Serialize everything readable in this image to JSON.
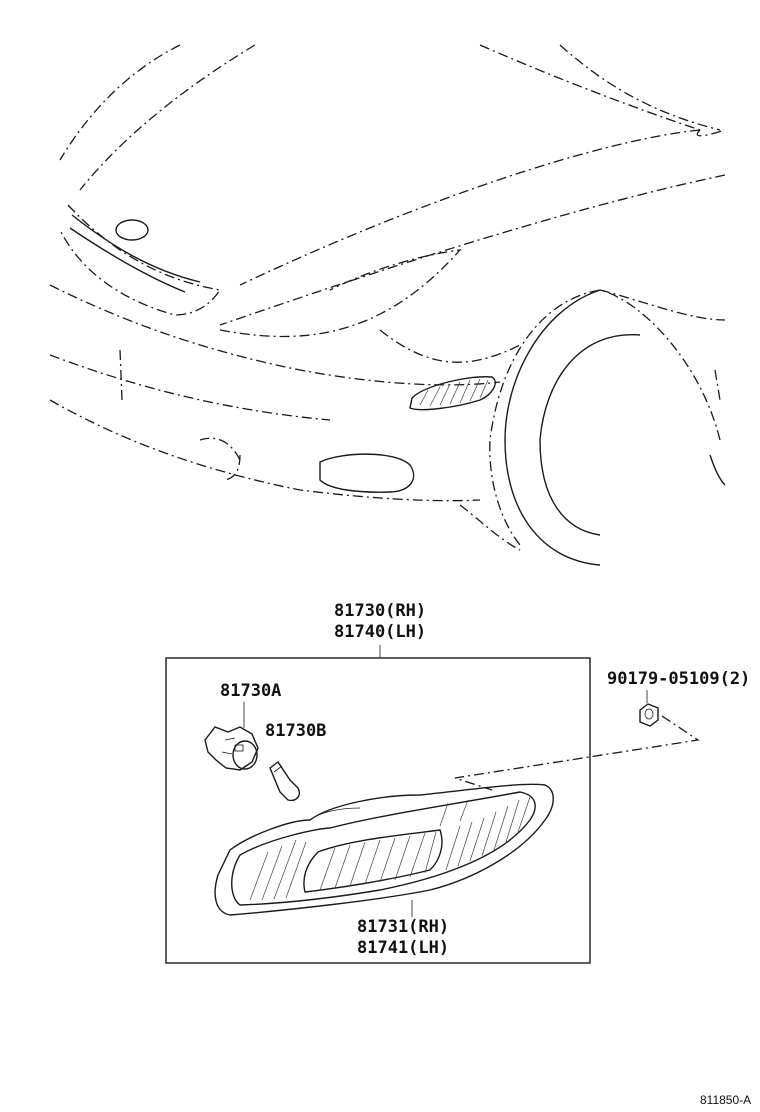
{
  "labels": {
    "assembly_rh": "81730(RH)",
    "assembly_lh": "81740(LH)",
    "socket": "81730A",
    "bulb": "81730B",
    "nut": "90179-05109(2)",
    "lens_rh": "81731(RH)",
    "lens_lh": "81741(LH)"
  },
  "figure_code": "811850-A"
}
